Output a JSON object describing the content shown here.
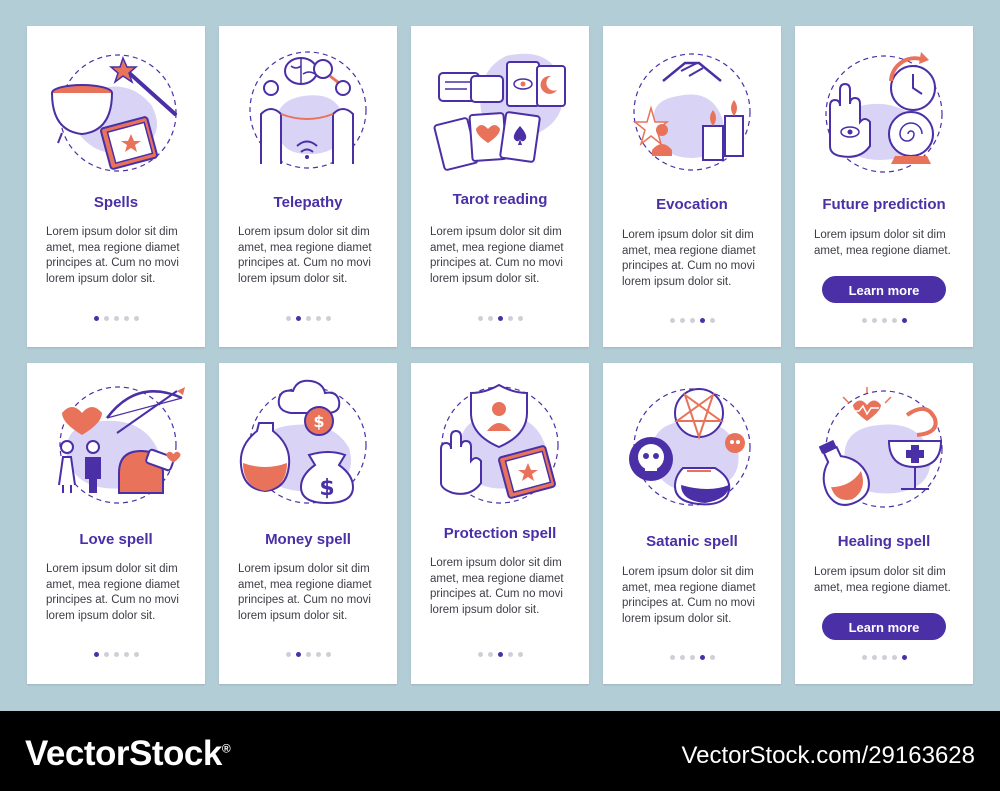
{
  "colors": {
    "accent": "#4a2fa6",
    "blob": "#d9d3f5",
    "warm": "#e8735a",
    "background": "#b3cdd6"
  },
  "cards": [
    {
      "title": "Spells",
      "body": "Lorem ipsum dolor sit dim amet, mea regione diamet principes at. Cum no movi lorem ipsum dolor sit.",
      "icon": "cauldron-icon",
      "active_dot": 1
    },
    {
      "title": "Telepathy",
      "body": "Lorem ipsum dolor sit dim amet, mea regione diamet principes at. Cum no movi lorem ipsum dolor sit.",
      "icon": "telepathy-icon",
      "active_dot": 2
    },
    {
      "title": "Tarot reading",
      "body": "Lorem ipsum dolor sit dim amet, mea regione diamet principes at. Cum no movi lorem ipsum dolor sit.",
      "icon": "tarot-cards-icon",
      "active_dot": 3
    },
    {
      "title": "Evocation",
      "body": "Lorem ipsum dolor sit dim amet, mea regione diamet principes at. Cum no movi lorem ipsum dolor sit.",
      "icon": "candles-handshake-icon",
      "active_dot": 4
    },
    {
      "title": "Future prediction",
      "body": "Lorem ipsum dolor sit dim amet, mea regione diamet.",
      "icon": "crystal-ball-icon",
      "button": "Learn more",
      "active_dot": 5
    },
    {
      "title": "Love spell",
      "body": "Lorem ipsum dolor sit dim amet, mea regione diamet principes at. Cum no movi lorem ipsum dolor sit.",
      "icon": "cupid-bow-icon",
      "active_dot": 1
    },
    {
      "title": "Money spell",
      "body": "Lorem ipsum dolor sit dim amet, mea regione diamet principes at. Cum no movi lorem ipsum dolor sit.",
      "icon": "money-bag-icon",
      "active_dot": 2
    },
    {
      "title": "Protection spell",
      "body": "Lorem ipsum dolor sit dim amet, mea regione diamet principes at. Cum no movi lorem ipsum dolor sit.",
      "icon": "shield-hand-icon",
      "active_dot": 3
    },
    {
      "title": "Satanic spell",
      "body": "Lorem ipsum dolor sit dim amet, mea regione diamet principes at. Cum no movi lorem ipsum dolor sit.",
      "icon": "pentagram-skull-icon",
      "active_dot": 4
    },
    {
      "title": "Healing spell",
      "body": "Lorem ipsum dolor sit dim amet, mea regione diamet.",
      "icon": "healing-potion-icon",
      "button": "Learn more",
      "active_dot": 5
    }
  ],
  "footer": {
    "brand": "VectorStock",
    "registered_mark": "®",
    "url": "VectorStock.com/29163628"
  }
}
